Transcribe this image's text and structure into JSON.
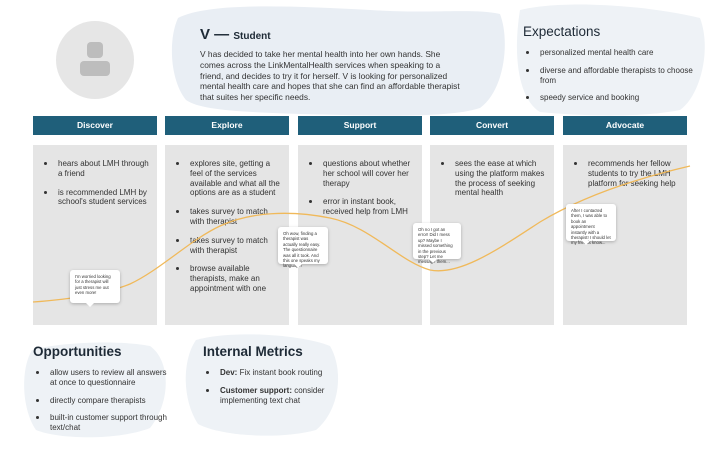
{
  "persona": {
    "title": "V —",
    "subtitle": "Student",
    "description": "V has decided to take her mental health into her own hands. She comes across the LinkMentalHealth services when speaking to a friend, and decides to try it for herself. V is looking for personalized mental health care and hopes that she can find an affordable therapist that suites her specific needs."
  },
  "expectations": {
    "heading": "Expectations",
    "items": [
      "personalized mental health care",
      "diverse and affordable therapists to choose from",
      "speedy service and booking"
    ]
  },
  "stages": [
    {
      "label": "Discover",
      "items": [
        "hears about LMH through a friend",
        "is recommended LMH by school's student services"
      ]
    },
    {
      "label": "Explore",
      "items": [
        "explores site, getting a feel of the services available and what all the options are as a student",
        "takes survey to match with therapist",
        "takes survey to match with therapist",
        "browse available therapists, make an appointment with one"
      ]
    },
    {
      "label": "Support",
      "items": [
        "questions about whether her school will cover her therapy",
        "error in instant book, received help from LMH"
      ]
    },
    {
      "label": "Convert",
      "items": [
        "sees the ease at which using the platform makes the process of seeking mental health"
      ]
    },
    {
      "label": "Advocate",
      "items": [
        "recommends her fellow students to try the LMH platform for seeking help"
      ]
    }
  ],
  "quotes": [
    "I'm worried looking for a therapist will just stress me out even more!",
    "Oh wow, finding a therapist was actually really easy. The questionnaire was all it took. And this one speaks my language!",
    "Oh no I got an error! Did I mess up? Maybe I missed something in the previous step? Let me message them...",
    "After I contacted them, I was able to book an appointment instantly with a therapist! I should let my friends know..."
  ],
  "opportunities": {
    "heading": "Opportunities",
    "items": [
      "allow users to review all answers at once to questionnaire",
      "directly compare therapists",
      "built-in customer support through text/chat"
    ]
  },
  "metrics": {
    "heading": "Internal Metrics",
    "items": [
      {
        "label": "Dev:",
        "text": "Fix instant book routing"
      },
      {
        "label": "Customer support:",
        "text": "consider implementing text chat"
      }
    ]
  },
  "colors": {
    "header": "#1f5f7a",
    "curve": "#f0b95a",
    "blob": "#e9eef4",
    "column": "#e5e5e5"
  },
  "icons": {
    "avatar": "person-silhouette-icon"
  }
}
